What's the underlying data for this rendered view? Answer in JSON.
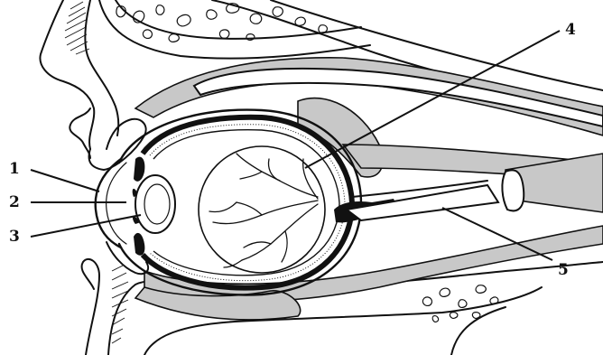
{
  "labels": {
    "l1": "1",
    "l2": "2",
    "l3": "3",
    "l4": "4",
    "l5": "5"
  },
  "colors": {
    "ink": "#111111",
    "muscle_shade": "#c8c8c8",
    "background": "#ffffff"
  }
}
